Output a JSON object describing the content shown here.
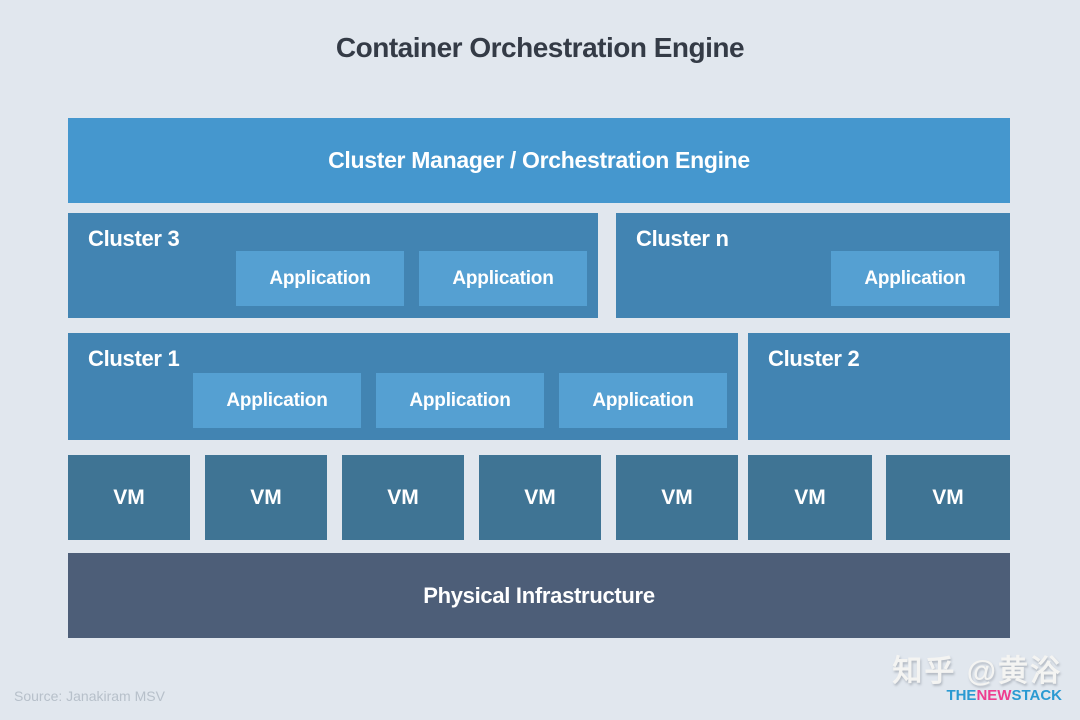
{
  "title": "Container Orchestration Engine",
  "colors": {
    "background": "#e1e7ee",
    "manager_bar": "#4597ce",
    "cluster_box": "#4284b2",
    "application_box": "#55a0d2",
    "vm_box": "#3f7494",
    "infrastructure_bar": "#4d5e78",
    "title_text": "#343b46",
    "box_text": "#ffffff",
    "logo_blue": "#2a9ad2",
    "logo_pink": "#ee3d8f"
  },
  "diagram": {
    "manager_bar_label": "Cluster Manager / Orchestration Engine",
    "clusters": {
      "cluster3": {
        "label": "Cluster 3",
        "applications": [
          "Application",
          "Application"
        ]
      },
      "cluster_n": {
        "label": "Cluster n",
        "applications": [
          "Application"
        ]
      },
      "cluster1": {
        "label": "Cluster 1",
        "applications": [
          "Application",
          "Application",
          "Application"
        ]
      },
      "cluster2": {
        "label": "Cluster 2",
        "applications": []
      }
    },
    "vm_row": {
      "label": "VM",
      "count": 7
    },
    "infrastructure_label": "Physical Infrastructure"
  },
  "footer": {
    "source": "Source: Janakiram MSV",
    "watermark": "知乎 @黄浴",
    "logo": {
      "the": "THE",
      "new": "NEW",
      "stack": "STACK"
    }
  }
}
